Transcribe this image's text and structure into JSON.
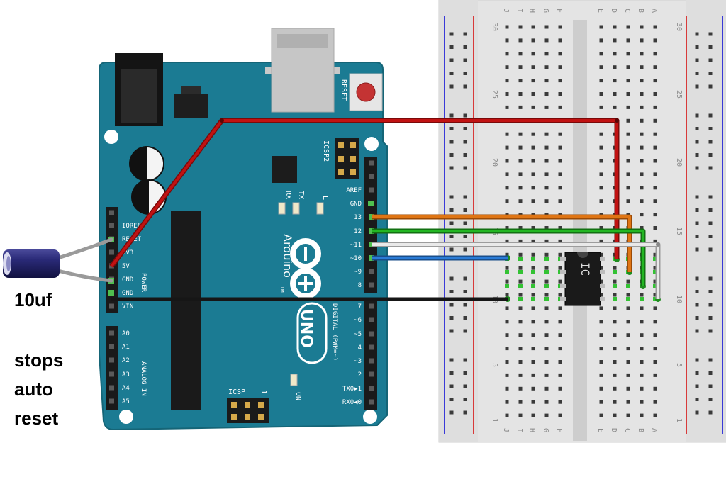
{
  "capacitor": {
    "label": "10uf"
  },
  "note": {
    "lines": [
      "stops",
      "auto",
      "reset"
    ]
  },
  "ic": {
    "label": "IC"
  },
  "arduino": {
    "brand": "Arduino",
    "tm": "TM",
    "model": "UNO",
    "reset": "RESET",
    "icsp": "ICSP",
    "icsp2": "ICSP2",
    "tx": "TX",
    "rx": "RX",
    "l": "L",
    "on": "ON",
    "one": "1",
    "power": "POWER",
    "analog_in": "ANALOG IN",
    "digital": "DIGITAL (PWM=~)",
    "power_pins": [
      "IOREF",
      "RESET",
      "3V3",
      "5V",
      "GND",
      "GND",
      "VIN"
    ],
    "analog_pins": [
      "A0",
      "A1",
      "A2",
      "A3",
      "A4",
      "A5"
    ],
    "digital_top": [
      "AREF",
      "GND",
      "13",
      "12",
      "~11",
      "~10",
      "~9",
      "8"
    ],
    "digital_bottom": [
      "7",
      "~6",
      "~5",
      "4",
      "~3",
      "2",
      "TX0▶1",
      "RX0◀0"
    ]
  },
  "breadboard": {
    "cols_left": [
      "J",
      "I",
      "H",
      "G",
      "F"
    ],
    "cols_right": [
      "E",
      "D",
      "C",
      "B",
      "A"
    ],
    "row_numbers": [
      "30",
      "25",
      "20",
      "15",
      "10",
      "5",
      "1"
    ]
  },
  "colors": {
    "board": "#1b7b93",
    "wire_red": "#c11212",
    "wire_orange": "#df7514",
    "wire_green": "#23b623",
    "wire_white": "#e9e9e9",
    "wire_blue": "#2a7bd6",
    "wire_black": "#161616",
    "wire_gray": "#9a9a9a",
    "capacitor": "#25256a"
  }
}
